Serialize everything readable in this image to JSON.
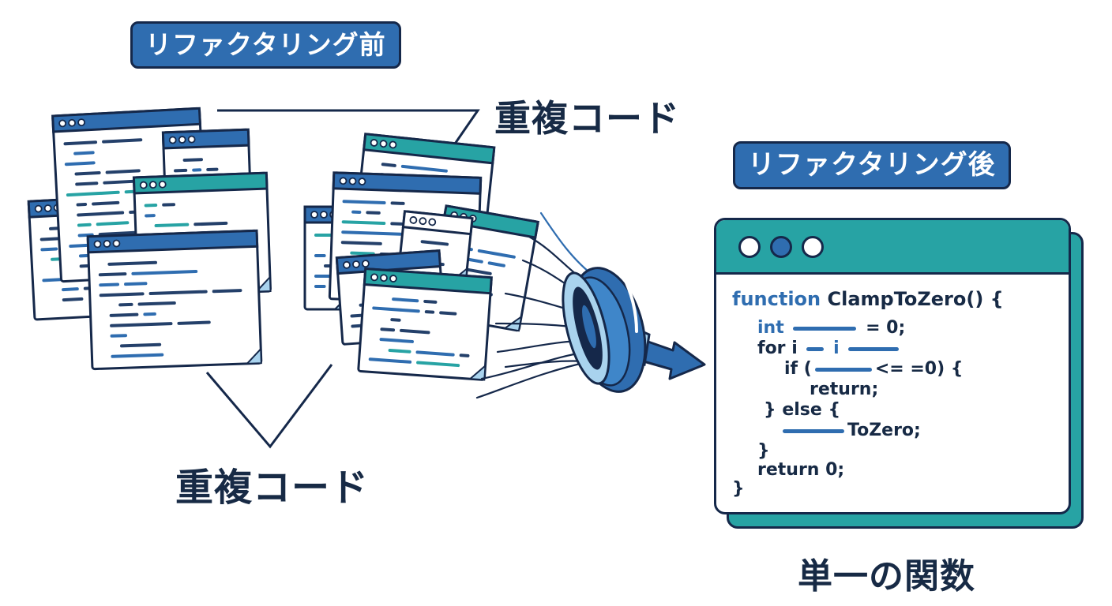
{
  "labels": {
    "before": "リファクタリング前",
    "after": "リファクタリング後",
    "duplicate_top": "重複コード",
    "duplicate_bottom": "重複コード",
    "single_function": "単一の関数"
  },
  "code_window": {
    "line1_kw": "function",
    "line1_rest": "ClampToZero() {",
    "line2_kw": "int",
    "line2_rest": "= 0;",
    "line3_a": "for i",
    "line3_b": "i",
    "line4_a": "if (",
    "line4_b": "<= =0) {",
    "line5": "return;",
    "line6": "} else {",
    "line7": "ToZero;",
    "line8": "}",
    "line9": "return 0;",
    "line10": "}"
  },
  "colors": {
    "navy": "#15284a",
    "blue": "#2f6db0",
    "teal": "#27a3a4",
    "light_blue": "#a9d3ee"
  },
  "icons": [
    "funnel-icon",
    "arrow-right-icon",
    "window-dots-icon"
  ]
}
